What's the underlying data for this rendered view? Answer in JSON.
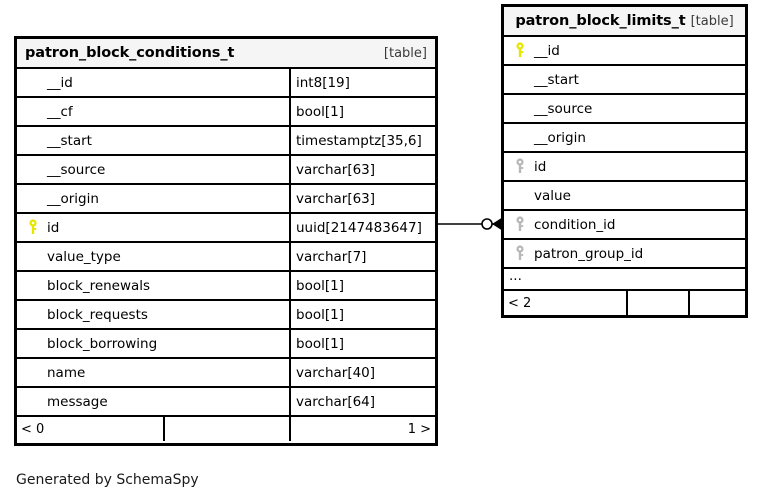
{
  "diagram": {
    "type": "entity-relationship-diagram",
    "generator_caption": "Generated by SchemaSpy",
    "colors": {
      "primary_key_icon": "#e8e800",
      "foreign_key_icon": "#b3b3b3",
      "border": "#000000",
      "header_background": "#f5f5f5",
      "background": "#ffffff"
    }
  },
  "tables": [
    {
      "name": "patron_block_conditions_t",
      "tag": "[table]",
      "header_align": "left",
      "columns": [
        {
          "name": "__id",
          "type": "int8[19]",
          "key": "none"
        },
        {
          "name": "__cf",
          "type": "bool[1]",
          "key": "none"
        },
        {
          "name": "__start",
          "type": "timestamptz[35,6]",
          "key": "none"
        },
        {
          "name": "__source",
          "type": "varchar[63]",
          "key": "none"
        },
        {
          "name": "__origin",
          "type": "varchar[63]",
          "key": "none"
        },
        {
          "name": "id",
          "type": "uuid[2147483647]",
          "key": "primary"
        },
        {
          "name": "value_type",
          "type": "varchar[7]",
          "key": "none"
        },
        {
          "name": "block_renewals",
          "type": "bool[1]",
          "key": "none"
        },
        {
          "name": "block_requests",
          "type": "bool[1]",
          "key": "none"
        },
        {
          "name": "block_borrowing",
          "type": "bool[1]",
          "key": "none"
        },
        {
          "name": "name",
          "type": "varchar[40]",
          "key": "none"
        },
        {
          "name": "message",
          "type": "varchar[64]",
          "key": "none"
        }
      ],
      "has_ellipsis_row": false,
      "footer": {
        "left": "< 0",
        "middle": "",
        "right": "1 >"
      }
    },
    {
      "name": "patron_block_limits_t",
      "tag": "[table]",
      "header_align": "center",
      "columns": [
        {
          "name": "__id",
          "type": "",
          "key": "primary"
        },
        {
          "name": "__start",
          "type": "",
          "key": "none"
        },
        {
          "name": "__source",
          "type": "",
          "key": "none"
        },
        {
          "name": "__origin",
          "type": "",
          "key": "none"
        },
        {
          "name": "id",
          "type": "",
          "key": "foreign"
        },
        {
          "name": "value",
          "type": "",
          "key": "none"
        },
        {
          "name": "condition_id",
          "type": "",
          "key": "foreign"
        },
        {
          "name": "patron_group_id",
          "type": "",
          "key": "foreign"
        }
      ],
      "has_ellipsis_row": true,
      "ellipsis_text": "...",
      "footer": {
        "left": "< 2",
        "middle": "",
        "right": ""
      }
    }
  ],
  "relationship": {
    "from_table": "patron_block_conditions_t",
    "from_column": "id",
    "to_table": "patron_block_limits_t",
    "to_column": "condition_id",
    "source_notation": "one",
    "target_notation": "zero-or-many"
  }
}
